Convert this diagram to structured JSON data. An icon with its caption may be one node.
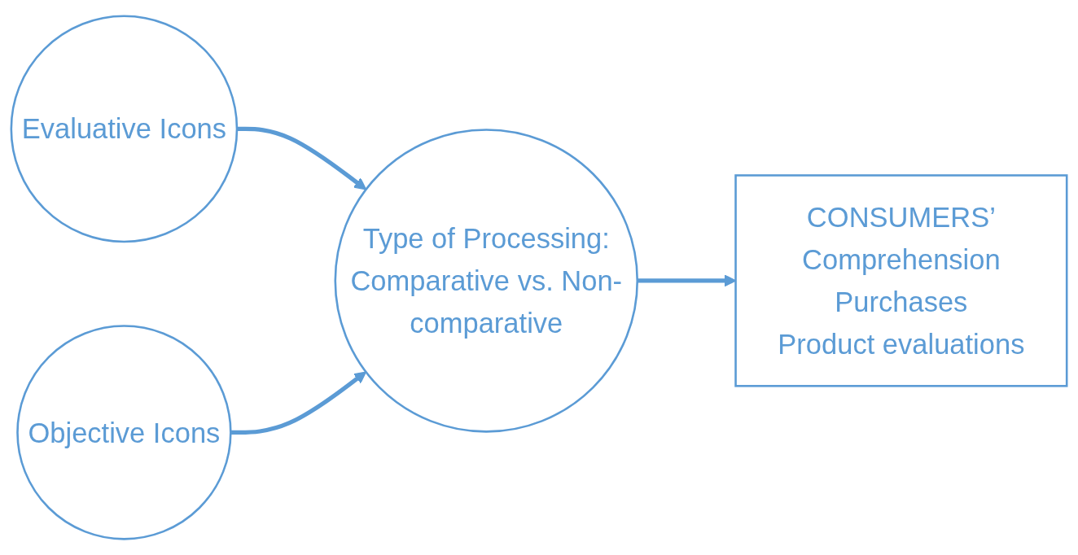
{
  "diagram": {
    "nodes": [
      {
        "text": [
          "Evaluative Icons"
        ]
      },
      {
        "text": [
          "Objective Icons"
        ]
      },
      {
        "text": [
          "Type of Processing:",
          "Comparative vs. Non-comparative"
        ]
      },
      {
        "text": [
          "CONSUMERS’",
          "Comprehension",
          "Purchases",
          "Product evaluations"
        ]
      }
    ],
    "edges": [
      {
        "from": 0,
        "to": 2,
        "arrow": "to"
      },
      {
        "from": 1,
        "to": 2,
        "arrow": "to"
      },
      {
        "from": 2,
        "to": 3,
        "arrow": "to"
      }
    ]
  }
}
